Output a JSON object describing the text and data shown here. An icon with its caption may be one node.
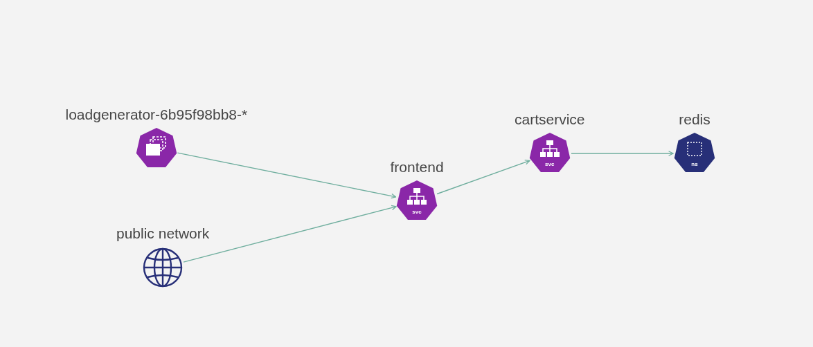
{
  "diagram": {
    "nodes": [
      {
        "text": [
          "loadgenerator-6b95f98bb8-*"
        ]
      },
      {
        "text": [
          "public network"
        ]
      },
      {
        "text": [
          "frontend",
          "svc"
        ]
      },
      {
        "text": [
          "cartservice",
          "svc"
        ]
      },
      {
        "text": [
          "redis",
          "ns"
        ]
      }
    ],
    "edges": [
      {
        "from": 0,
        "to": 2,
        "arrow": "to"
      },
      {
        "from": 1,
        "to": 2,
        "arrow": "to"
      },
      {
        "from": 2,
        "to": 3,
        "arrow": "to"
      },
      {
        "from": 3,
        "to": 4,
        "arrow": "to"
      }
    ]
  }
}
